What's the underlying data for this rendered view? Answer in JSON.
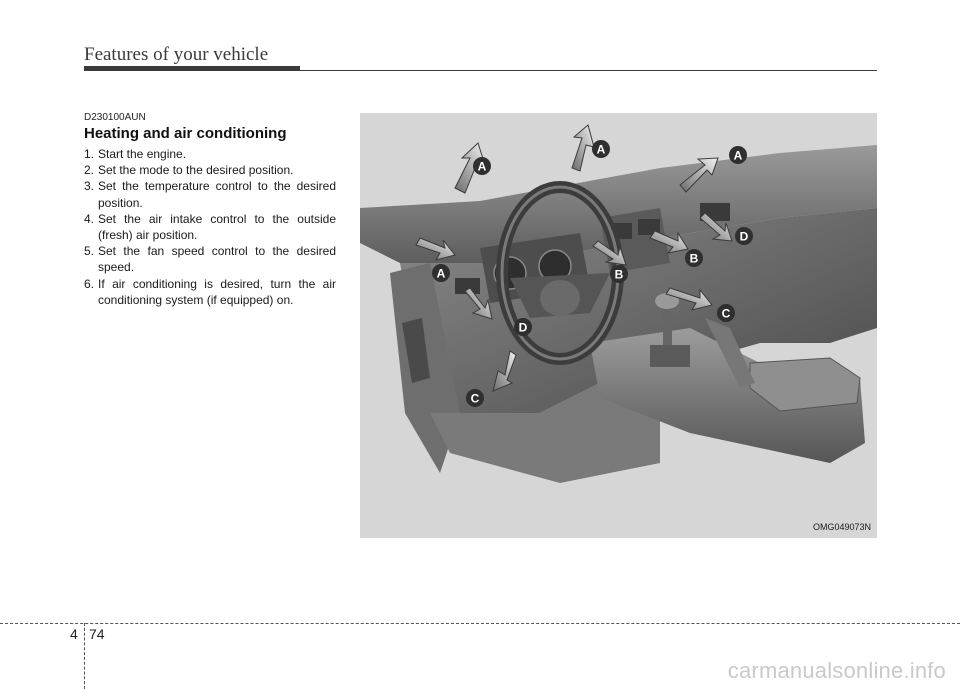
{
  "header": {
    "title": "Features of your vehicle"
  },
  "section": {
    "code": "D230100AUN",
    "heading": "Heating and air conditioning",
    "steps": [
      {
        "num": "1.",
        "text": "Start the engine."
      },
      {
        "num": "2.",
        "text": "Set the mode to the desired position."
      },
      {
        "num": "3.",
        "text": "Set the temperature control to the desired position."
      },
      {
        "num": "4.",
        "text": "Set the air intake control to the outside (fresh) air position."
      },
      {
        "num": "5.",
        "text": "Set the fan speed control to the desired speed."
      },
      {
        "num": "6.",
        "text": "If air conditioning is desired, turn the air conditioning system (if equipped) on."
      }
    ]
  },
  "figure": {
    "code": "OMG049073N",
    "vent_labels": {
      "a1": "A",
      "a2": "A",
      "a3": "A",
      "a4": "A",
      "b1": "B",
      "b2": "B",
      "c1": "C",
      "c2": "C",
      "d1": "D",
      "d2": "D"
    }
  },
  "footer": {
    "chapter": "4",
    "page": "74"
  },
  "watermark": "carmanualsonline.info"
}
